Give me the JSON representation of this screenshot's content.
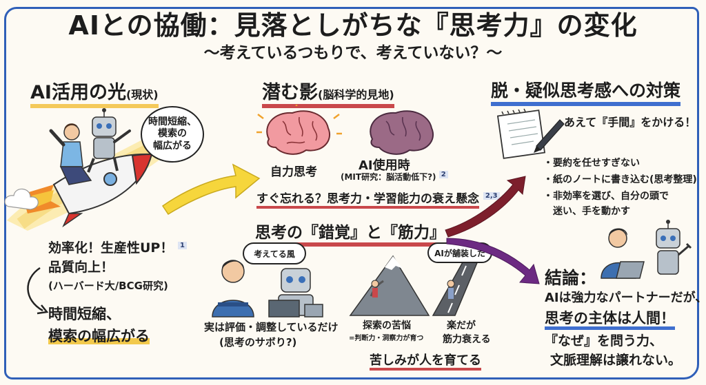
{
  "title": "AIとの協働：見落としがちな『思考力』の変化",
  "subtitle": "〜考えているつもりで、考えていない？〜",
  "light": {
    "heading": "AI活用の光",
    "heading_note": "(現状)",
    "bubble": "時間短縮、\n模索の\n幅広がる",
    "line1": "効率化！生産性UP！",
    "line1_ref": "1",
    "line2": "品質向上！",
    "line3": "(ハーバード大/BCG研究)",
    "line4": "時間短縮、",
    "line5": "模索の幅広がる"
  },
  "shadow": {
    "heading": "潜む影",
    "heading_note": "(脳科学的見地)",
    "brain1_label": "自力思考",
    "brain2_label": "AI使用時",
    "brain2_sub": "(MIT研究：脳活動低下?)",
    "brain2_ref": "2",
    "concern": "すぐ忘れる？思考力・学習能力の衰え懸念",
    "concern_ref": "2,3"
  },
  "illusion": {
    "heading": "思考の『錯覚』と『筋力』",
    "bubble_left": "考えてる風",
    "caption_left_1": "実は評価・調整しているだけ",
    "caption_left_2": "(思考のサボり?)",
    "bubble_right": "AIが舗装した",
    "mountain_label": "探索の苦悩",
    "mountain_sub": "=判断力・洞察力が育つ",
    "road_label_1": "楽だが",
    "road_label_2": "筋力衰える",
    "conclusion": "苦しみが人を育てる"
  },
  "measures": {
    "heading": "脱・疑似思考感への対策",
    "lead": "あえて『手間』をかける！",
    "items": [
      "・要約を任せすぎない",
      "・紙のノートに書き込む(思考整理)",
      "・非効率を選び、自分の頭で",
      "　迷い、手を動かす"
    ]
  },
  "conclusion": {
    "heading": "結論：",
    "line1": "AIは強力なパートナーだが、",
    "line2": "思考の主体は人間！",
    "line3": "『なぜ』を問う力、",
    "line4": "文脈理解は譲れない。"
  }
}
